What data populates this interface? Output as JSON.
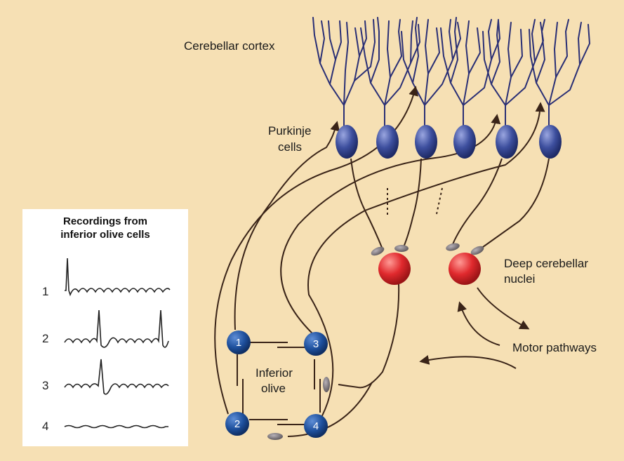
{
  "labels": {
    "cerebellar_cortex": "Cerebellar cortex",
    "purkinje_line1": "Purkinje",
    "purkinje_line2": "cells",
    "deep_nuclei_line1": "Deep cerebellar",
    "deep_nuclei_line2": "nuclei",
    "motor_pathways": "Motor pathways",
    "inferior_olive_line1": "Inferior",
    "inferior_olive_line2": "olive"
  },
  "olive_cells": [
    "1",
    "2",
    "3",
    "4"
  ],
  "recordings": {
    "title_line1": "Recordings from",
    "title_line2": "inferior olive cells",
    "rows": [
      "1",
      "2",
      "3",
      "4"
    ]
  },
  "colors": {
    "background": "#f6e0b4",
    "purkinje": "#3d4f9e",
    "dendrite": "#2a2f75",
    "deep_nucleus": "#e0292d",
    "olive_cell": "#1d4f9c",
    "axon": "#3a2418",
    "synapse": "#6e6a6e"
  }
}
